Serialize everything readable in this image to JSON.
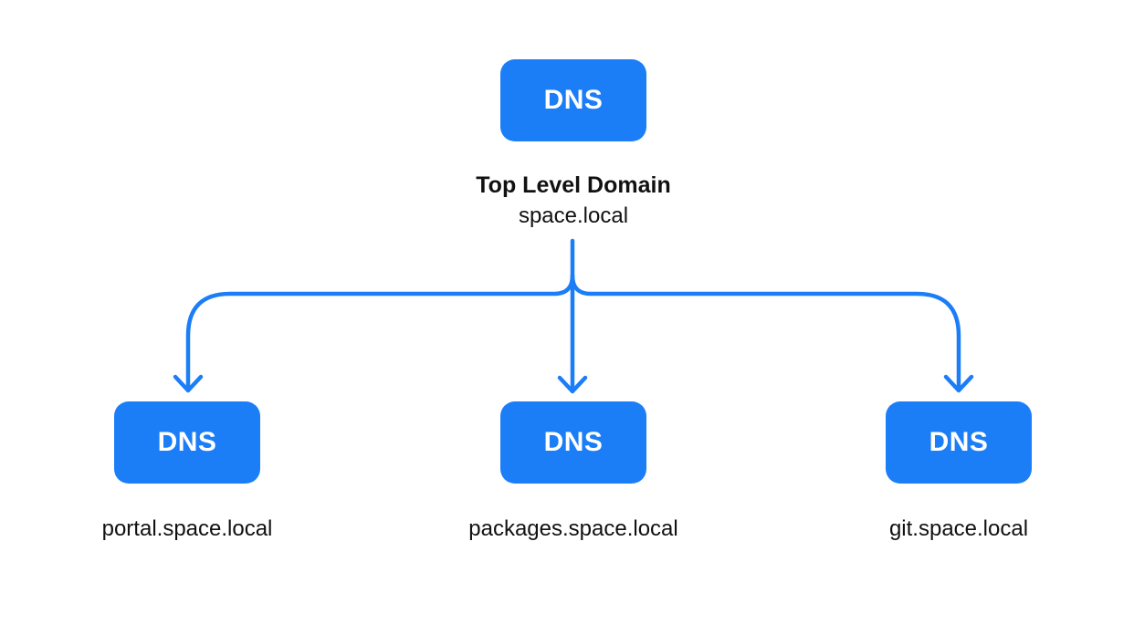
{
  "diagram": {
    "root": {
      "box_label": "DNS",
      "title": "Top Level Domain",
      "subtitle": "space.local"
    },
    "children": [
      {
        "box_label": "DNS",
        "domain": "portal.space.local"
      },
      {
        "box_label": "DNS",
        "domain": "packages.space.local"
      },
      {
        "box_label": "DNS",
        "domain": "git.space.local"
      }
    ],
    "colors": {
      "accent": "#1b7ef7",
      "box_text": "#ffffff",
      "text": "#111111",
      "background": "#ffffff"
    }
  }
}
